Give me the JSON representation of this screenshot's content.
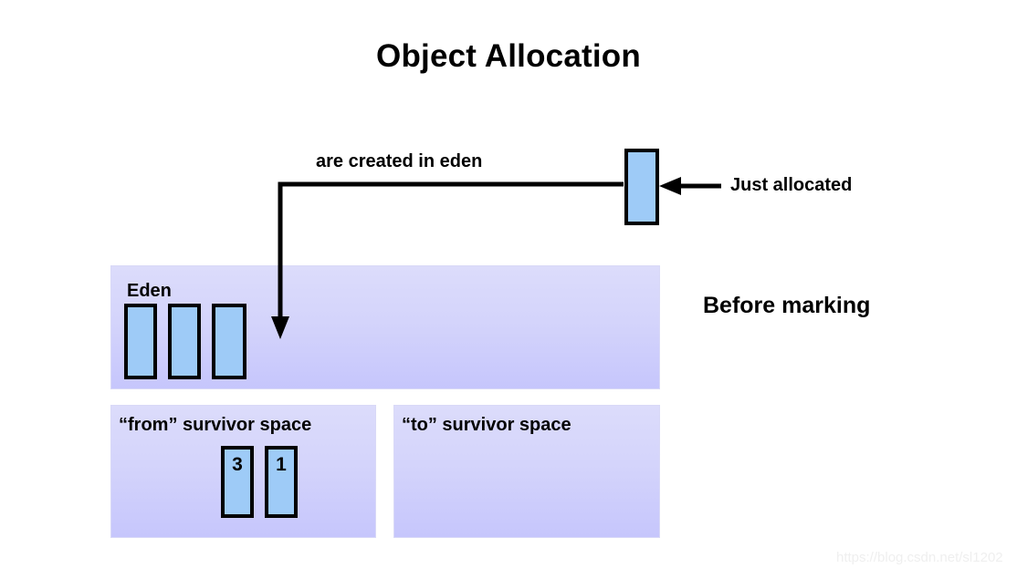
{
  "diagram": {
    "title": "Object Allocation",
    "phase_label": "Before marking",
    "annotations": {
      "created_in_eden": "are created in eden",
      "just_allocated": "Just allocated"
    },
    "regions": [
      {
        "name": "eden",
        "title": "Eden",
        "objects": [
          {
            "label": ""
          },
          {
            "label": ""
          },
          {
            "label": ""
          }
        ]
      },
      {
        "name": "from-survivor",
        "title": "“from” survivor space",
        "objects": [
          {
            "label": "3"
          },
          {
            "label": "1"
          }
        ]
      },
      {
        "name": "to-survivor",
        "title": "“to” survivor space",
        "objects": []
      }
    ],
    "new_object": {
      "label": ""
    },
    "colors": {
      "object_fill": "#9ecbf7",
      "object_border": "#000000",
      "region_fill_top": "#dcdcfb",
      "region_fill_bottom": "#c6c6fc",
      "arrow": "#000000",
      "text": "#000000"
    }
  },
  "watermark": "https://blog.csdn.net/sl1202"
}
